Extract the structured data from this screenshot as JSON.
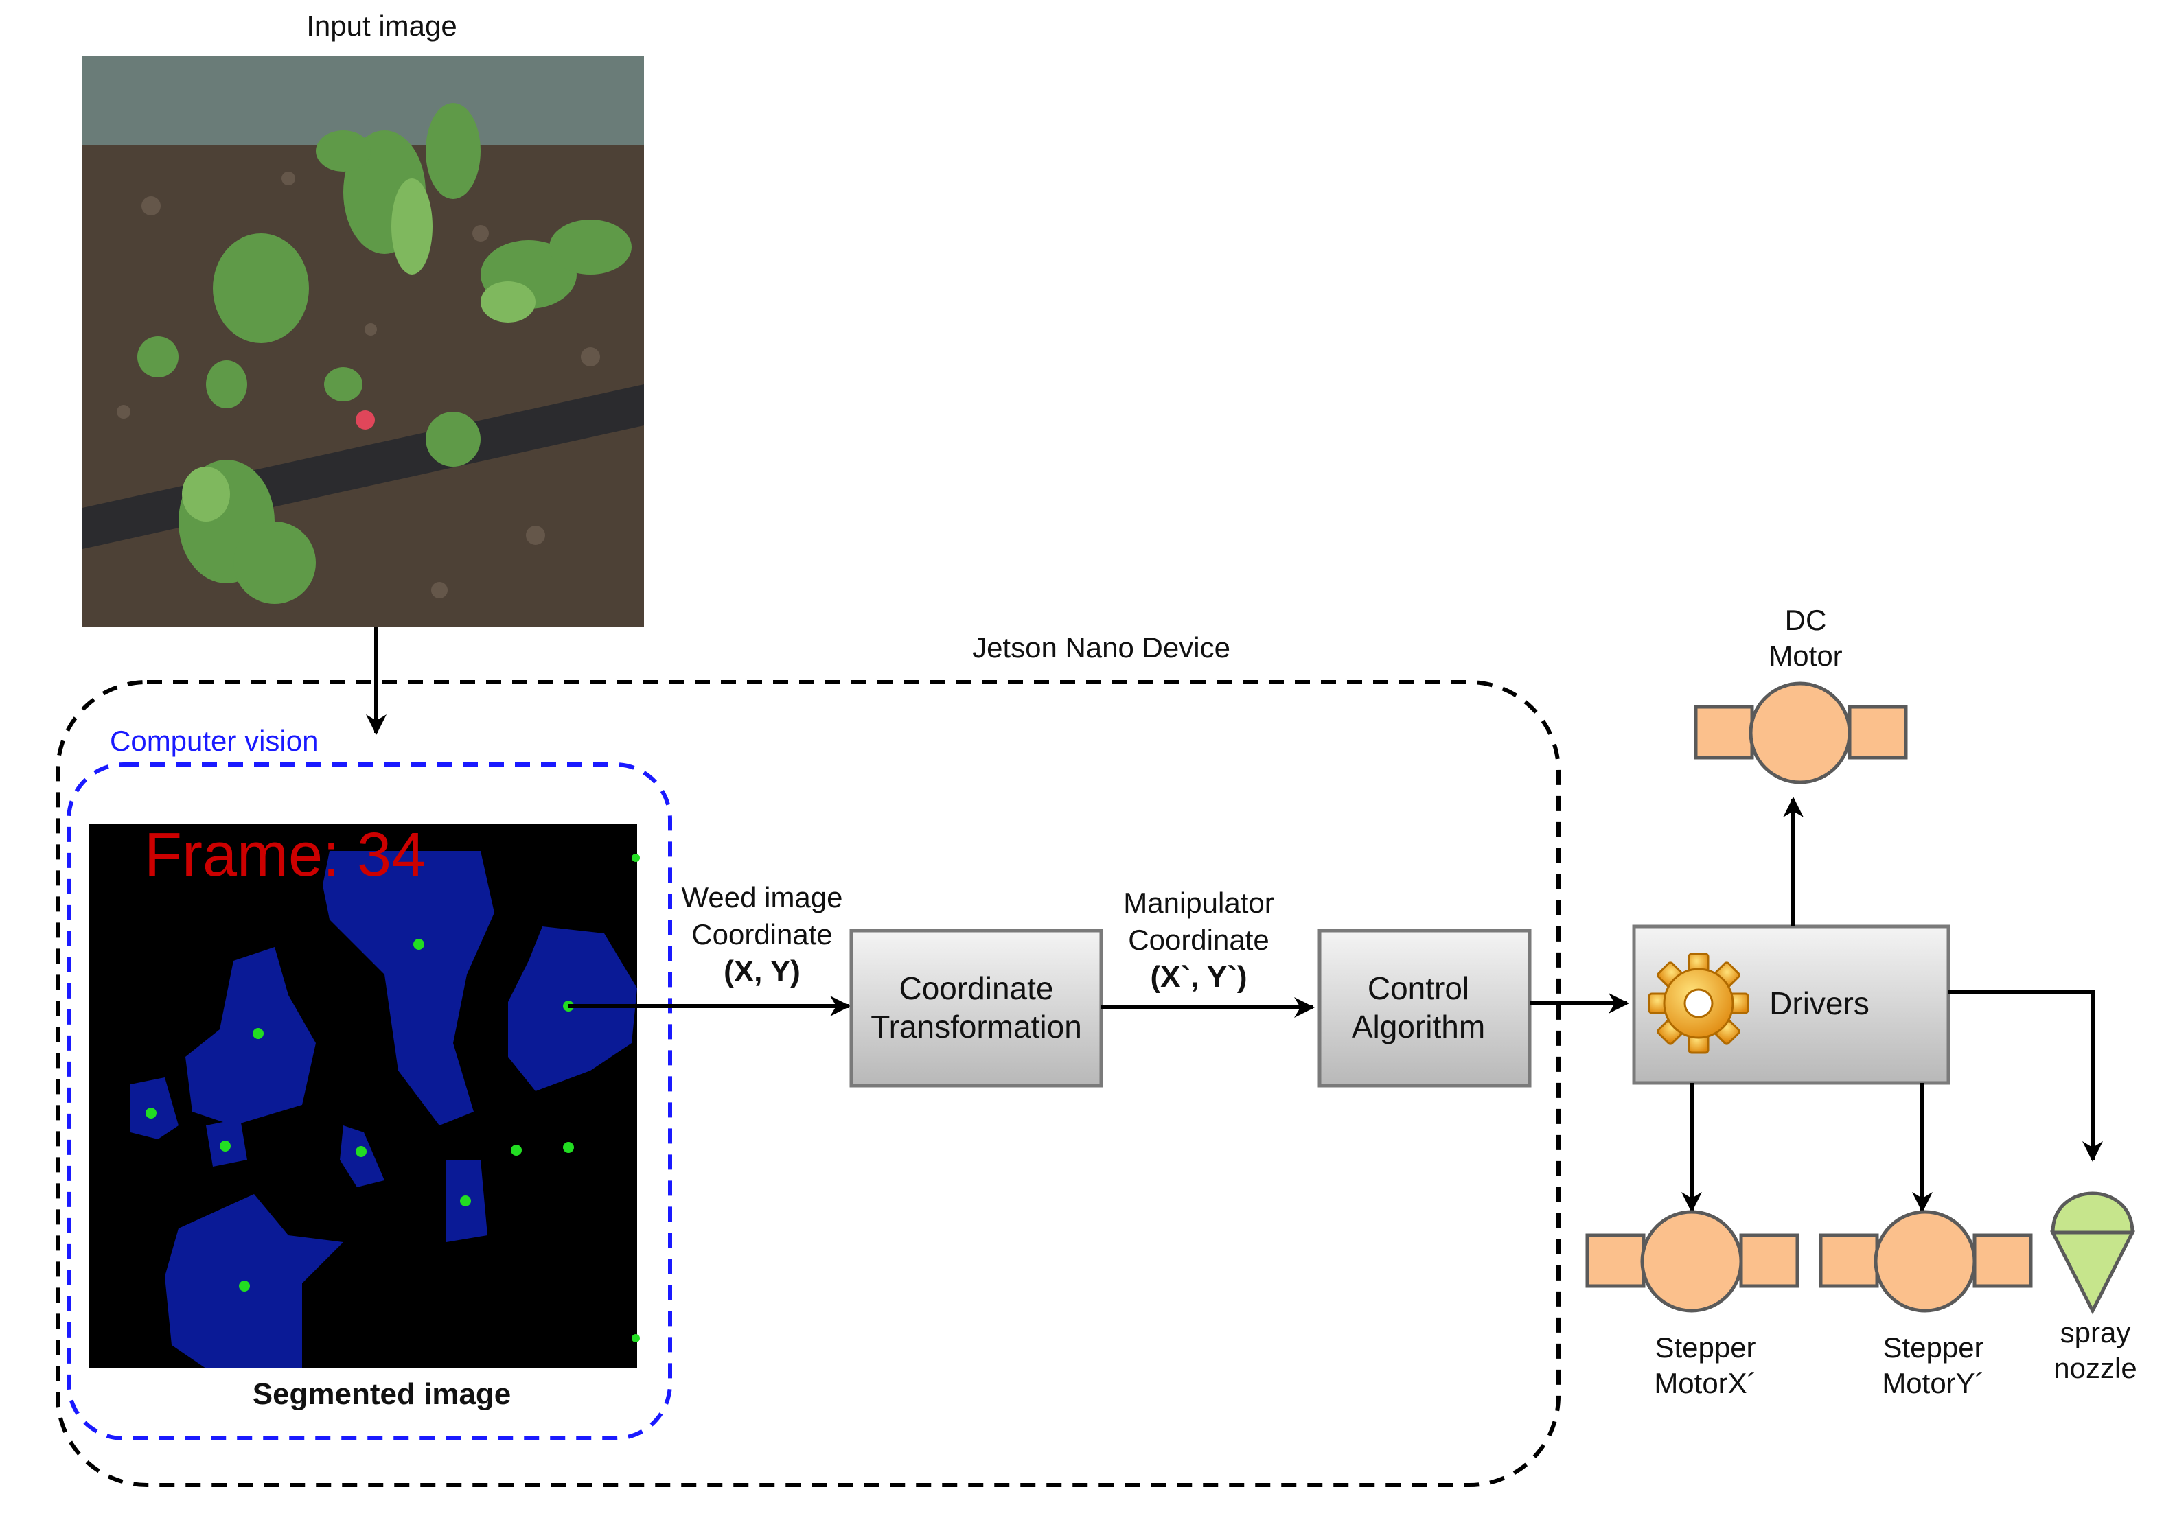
{
  "labels": {
    "input_image": "Input image",
    "jetson": "Jetson Nano Device",
    "computer_vision": "Computer vision",
    "segmented_image": "Segmented image",
    "frame": "Frame: 34",
    "weed_coord_l1": "Weed image",
    "weed_coord_l2": "Coordinate",
    "weed_coord_l3": "(X, Y)",
    "manip_l1": "Manipulator",
    "manip_l2": "Coordinate",
    "manip_l3": "(X`, Y`)",
    "coord_box_l1": "Coordinate",
    "coord_box_l2": "Transformation",
    "control_l1": "Control",
    "control_l2": "Algorithm",
    "drivers": "Drivers",
    "dc_l1": "DC",
    "dc_l2": "Motor",
    "stepx_l1": "Stepper",
    "stepx_l2": "MotorX´",
    "stepy_l1": "Stepper",
    "stepy_l2": "MotorY´",
    "spray_l1": "spray",
    "spray_l2": "nozzle"
  },
  "colors": {
    "jetson_border": "#000000",
    "cv_border": "#1a1aff",
    "cv_label": "#1a1aff",
    "frame_text": "#cc0000",
    "blob": "#0a1a96",
    "point": "#22dd22",
    "motor_fill": "#fbc08c",
    "nozzle_fill": "#c6e58c",
    "gear": "#f0a820"
  },
  "icons": {
    "drivers": "gear-icon"
  }
}
